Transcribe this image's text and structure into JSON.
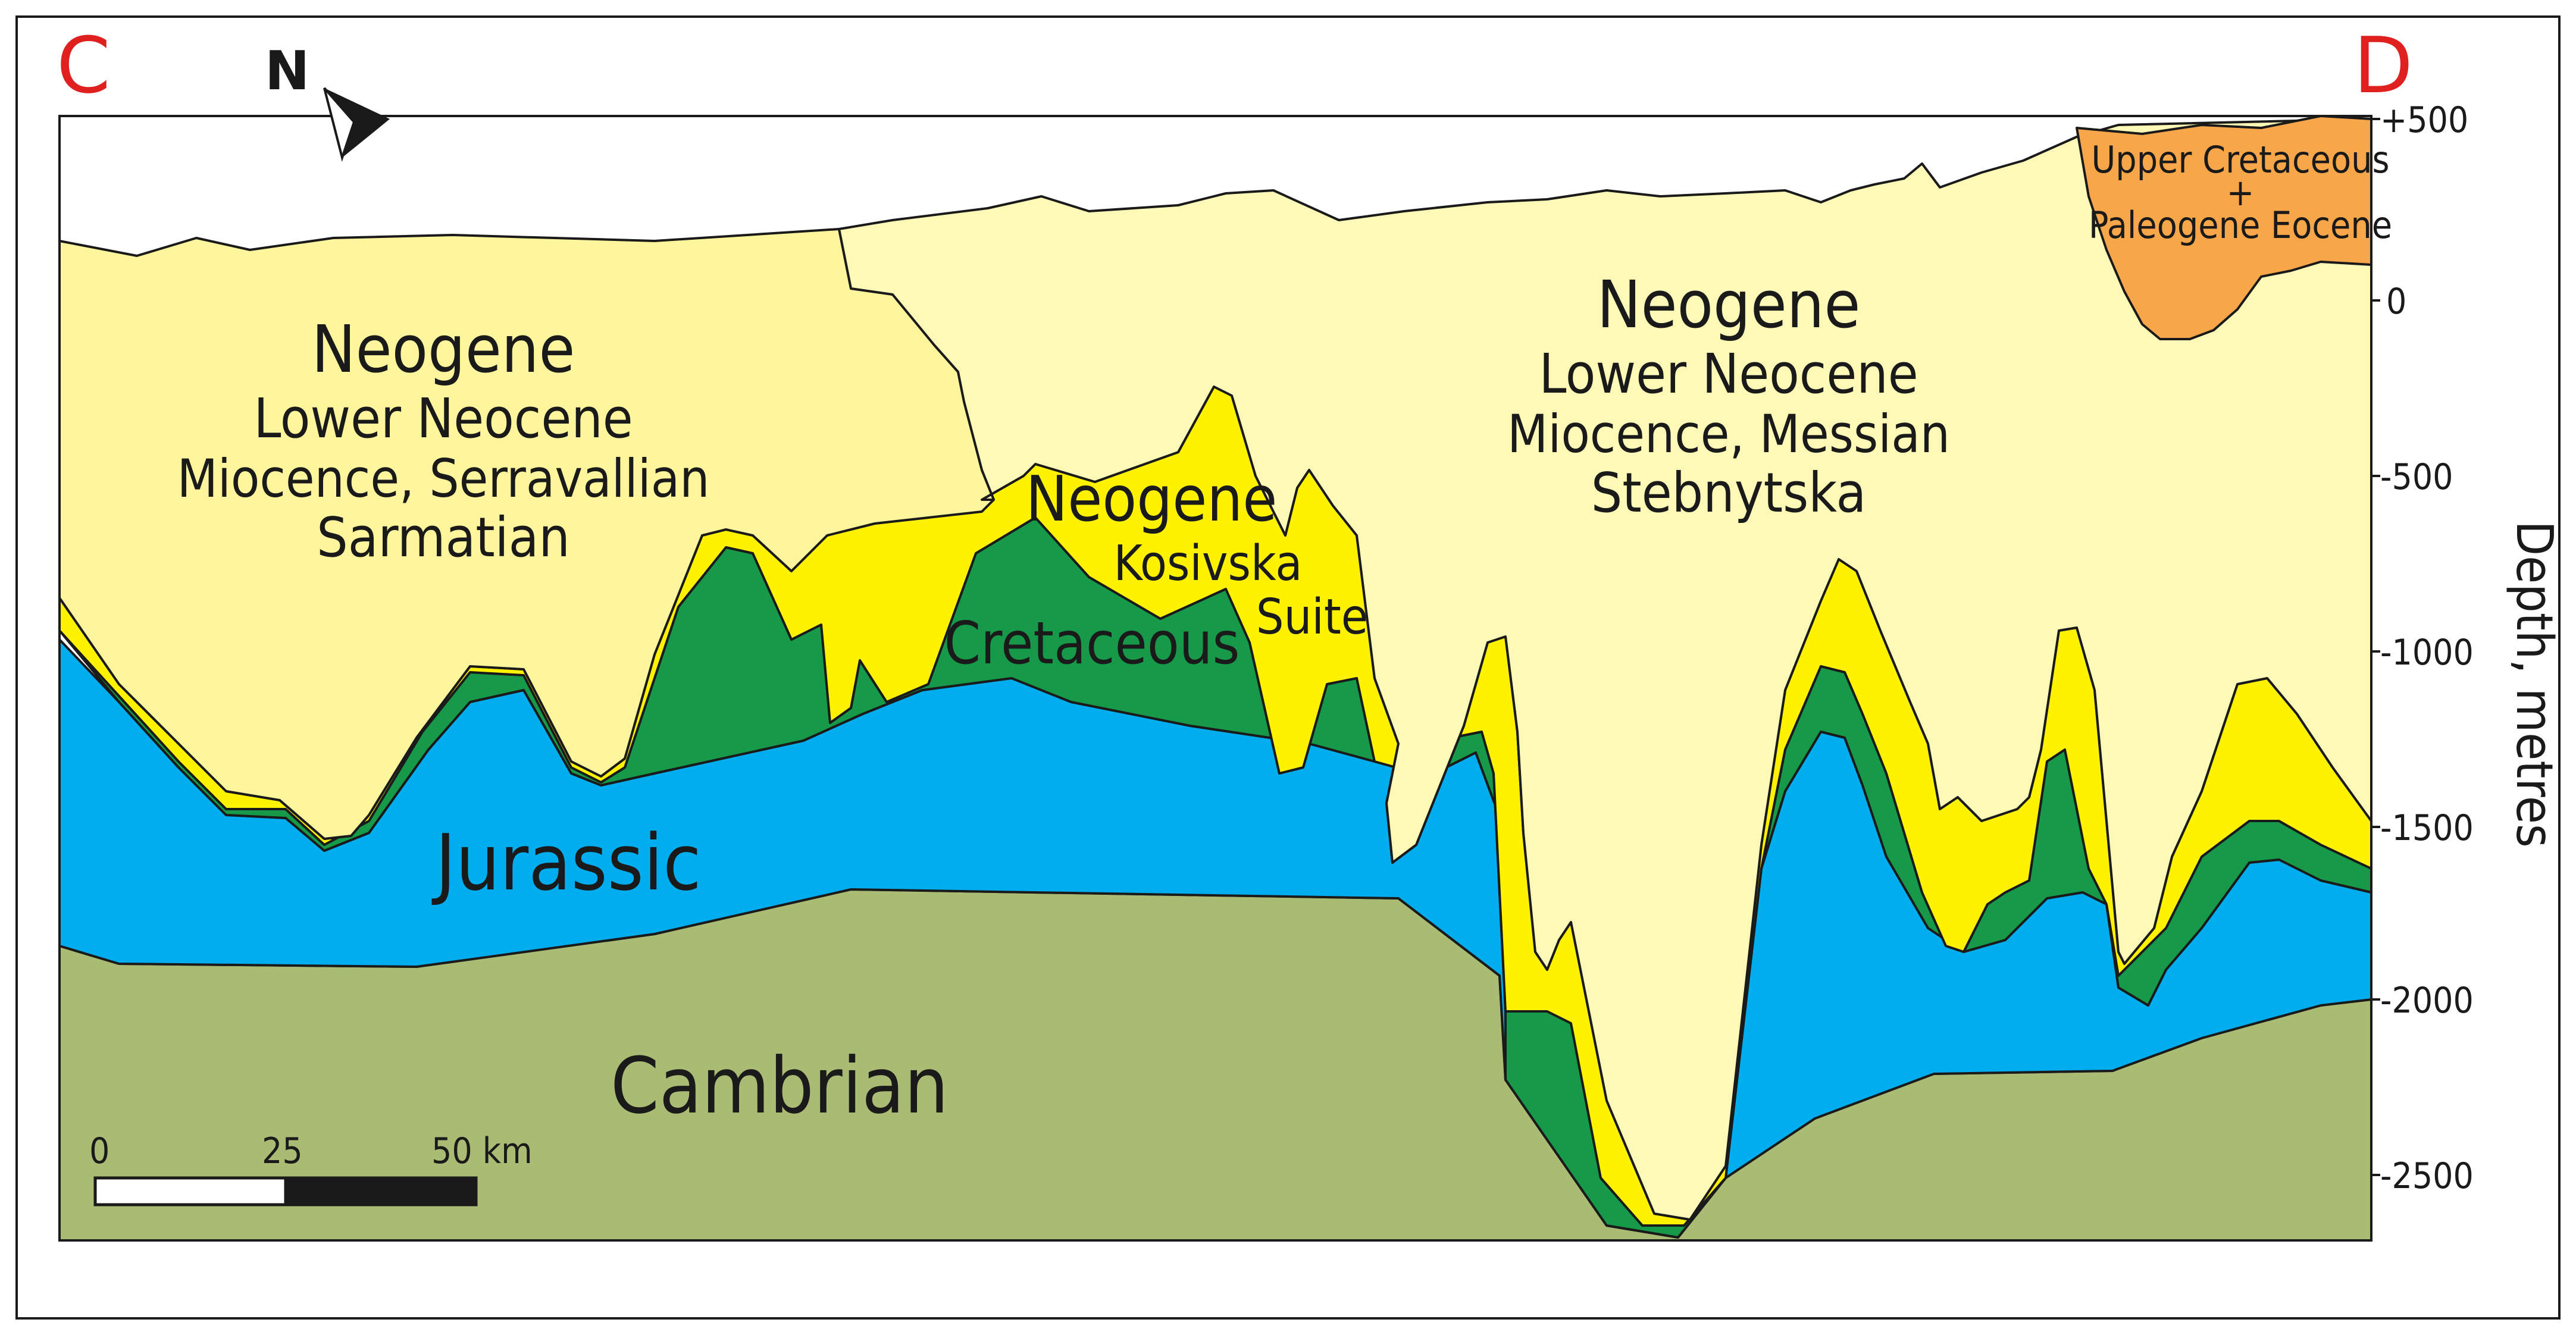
{
  "corner_labels": {
    "left": "C",
    "right": "D"
  },
  "north_label": "N",
  "colors": {
    "cambrian": "#aabc74",
    "jurassic": "#00adef",
    "cretaceous": "#17994a",
    "neogene_kosivska": "#fff200",
    "neogene_stebnytska": "#fff9b8",
    "neogene_sarmatian": "#fff59c",
    "upper_cretaceous_paleogene": "#f7a649",
    "corner_red": "#e0201f"
  },
  "units": {
    "sarmatian": {
      "l1": "Neogene",
      "l2": "Lower Neocene",
      "l3": "Miocence, Serravallian",
      "l4": "Sarmatian"
    },
    "stebnytska": {
      "l1": "Neogene",
      "l2": "Lower Neocene",
      "l3": "Miocence, Messian",
      "l4": "Stebnytska"
    },
    "kosivska": {
      "l1": "Neogene",
      "l2": "Kosivska",
      "l3": "Suite"
    },
    "cretaceous": "Cretaceous",
    "jurassic": "Jurassic",
    "cambrian": "Cambrian",
    "upper_cret": {
      "l1": "Upper Cretaceous",
      "l2": "+",
      "l3": "Paleogene Eocene"
    }
  },
  "depth_axis": {
    "title": "Depth, metres",
    "ticks": [
      "+500",
      "0",
      "-500",
      "-1000",
      "-1500",
      "-2000",
      "-2500"
    ]
  },
  "scale_bar": {
    "labels": [
      "0",
      "25",
      "50 km"
    ]
  }
}
